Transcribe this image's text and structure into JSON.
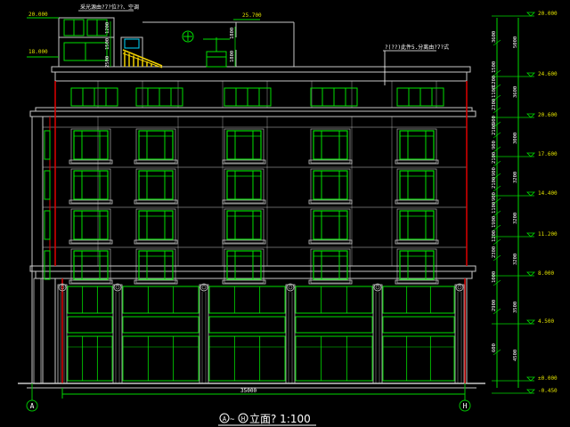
{
  "colors": {
    "background": "#000000",
    "facade": "#c8c8c8",
    "window": "#00e000",
    "column_red": "#e00000",
    "dimension": "#00d800",
    "elevation_text": "#e0e000",
    "note_text": "#ffffff",
    "stair": "#f0d000",
    "axis": "#00c000"
  },
  "notes": {
    "top_left": "采光源由?7?位??、空调",
    "top_right": "?(??)此件5.分离由?7?式"
  },
  "left_elevations": [
    "20.000",
    "18.000"
  ],
  "top_elevation": "25.700",
  "stair_dims": [
    "1500",
    "2500",
    "1200"
  ],
  "mid_dims": [
    "1800",
    "1800"
  ],
  "right_elevations": [
    "20.000",
    "24.600",
    "20.600",
    "17.600",
    "14.400",
    "11.200",
    "8.000",
    "4.500",
    "±0.000",
    "-0.450"
  ],
  "right_dims_inner": [
    "3600",
    "1500",
    "1200",
    "1100",
    "2300",
    "900",
    "2100",
    "900",
    "2100",
    "900",
    "2100",
    "900",
    "1100",
    "1900",
    "1200",
    "2300",
    "1000",
    "2900",
    "600"
  ],
  "right_dims_outer": [
    "5000",
    "3600",
    "3000",
    "3200",
    "3200",
    "3200",
    "3500",
    "4500"
  ],
  "bottom_dim": "35000",
  "axes": {
    "left": "A",
    "right": "H"
  },
  "title": {
    "circle_a": "A",
    "sep": "~",
    "circle_h": "H",
    "text": "立面? 1:100"
  }
}
